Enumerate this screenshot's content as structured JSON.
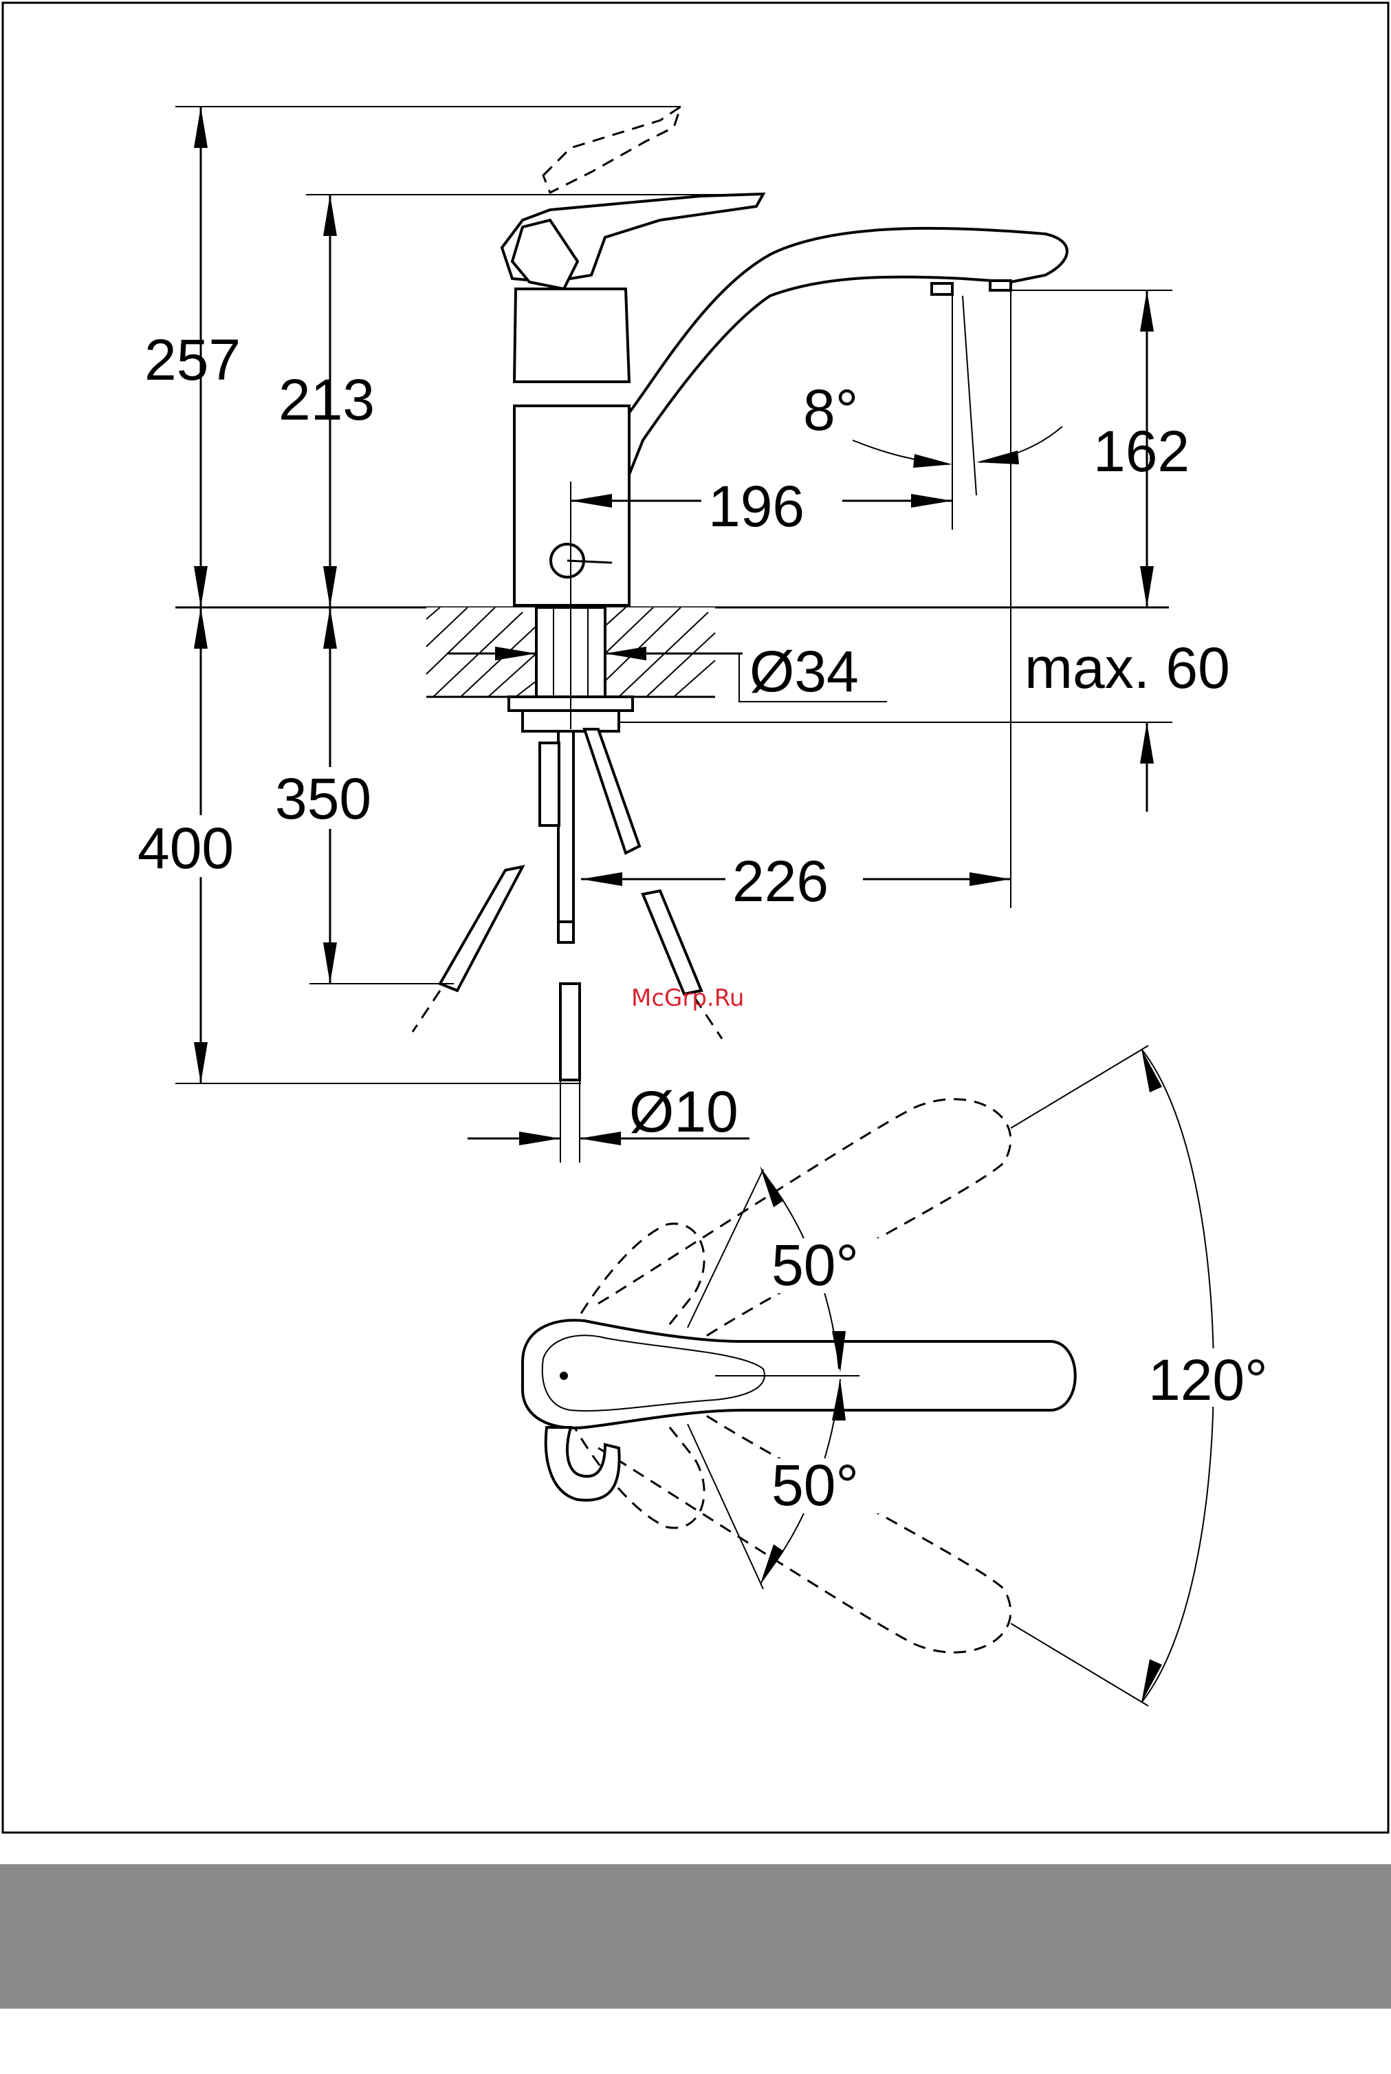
{
  "drawing": {
    "dimensions": {
      "total_height": "257",
      "lever_height": "213",
      "spout_height": "162",
      "spout_reach": "196",
      "spout_angle": "8°",
      "hole_diameter": "Ø34",
      "max_counter_thickness": "max. 60",
      "below_counter_total": "400",
      "below_counter_hoses": "350",
      "hose_reach": "226",
      "hose_diameter": "Ø10",
      "swivel_left": "50°",
      "swivel_right": "50°",
      "swivel_total": "120°"
    },
    "watermark": "McGrp.Ru"
  }
}
